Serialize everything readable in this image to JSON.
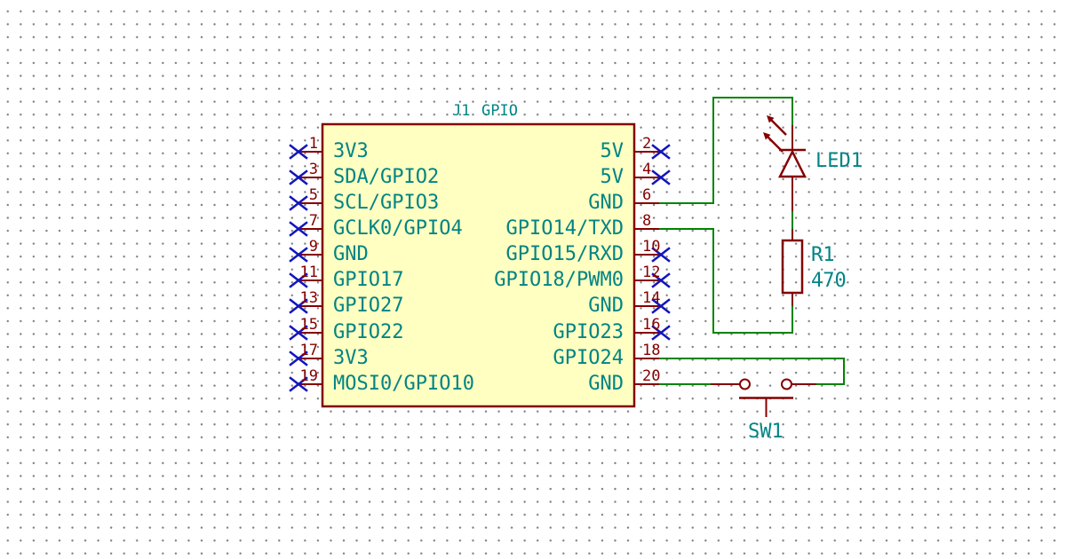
{
  "schematic": {
    "components": {
      "connector": {
        "ref": "J1",
        "value": "GPIO",
        "pins_left": [
          {
            "num": "1",
            "name": "3V3",
            "no_connect": true
          },
          {
            "num": "3",
            "name": "SDA/GPIO2",
            "no_connect": true
          },
          {
            "num": "5",
            "name": "SCL/GPIO3",
            "no_connect": true
          },
          {
            "num": "7",
            "name": "GCLK0/GPIO4",
            "no_connect": true
          },
          {
            "num": "9",
            "name": "GND",
            "no_connect": true
          },
          {
            "num": "11",
            "name": "GPIO17",
            "no_connect": true
          },
          {
            "num": "13",
            "name": "GPIO27",
            "no_connect": true
          },
          {
            "num": "15",
            "name": "GPIO22",
            "no_connect": true
          },
          {
            "num": "17",
            "name": "3V3",
            "no_connect": true
          },
          {
            "num": "19",
            "name": "MOSI0/GPIO10",
            "no_connect": true
          }
        ],
        "pins_right": [
          {
            "num": "2",
            "name": "5V",
            "no_connect": true
          },
          {
            "num": "4",
            "name": "5V",
            "no_connect": true
          },
          {
            "num": "6",
            "name": "GND",
            "no_connect": false
          },
          {
            "num": "8",
            "name": "GPIO14/TXD",
            "no_connect": false
          },
          {
            "num": "10",
            "name": "GPIO15/RXD",
            "no_connect": true
          },
          {
            "num": "12",
            "name": "GPIO18/PWM0",
            "no_connect": true
          },
          {
            "num": "14",
            "name": "GND",
            "no_connect": true
          },
          {
            "num": "16",
            "name": "GPIO23",
            "no_connect": true
          },
          {
            "num": "18",
            "name": "GPIO24",
            "no_connect": false
          },
          {
            "num": "20",
            "name": "GND",
            "no_connect": false
          }
        ]
      },
      "led": {
        "ref": "LED1"
      },
      "resistor": {
        "ref": "R1",
        "value": "470"
      },
      "switch": {
        "ref": "SW1"
      }
    },
    "colors": {
      "background": "#ffffff",
      "body_fill": "#ffffc2",
      "outline": "#840000",
      "pin_number": "#840000",
      "text_teal": "#008484",
      "wire_green": "#008400",
      "no_connect_blue": "#1414bc",
      "grid_dot": "#7e7e7e"
    }
  }
}
